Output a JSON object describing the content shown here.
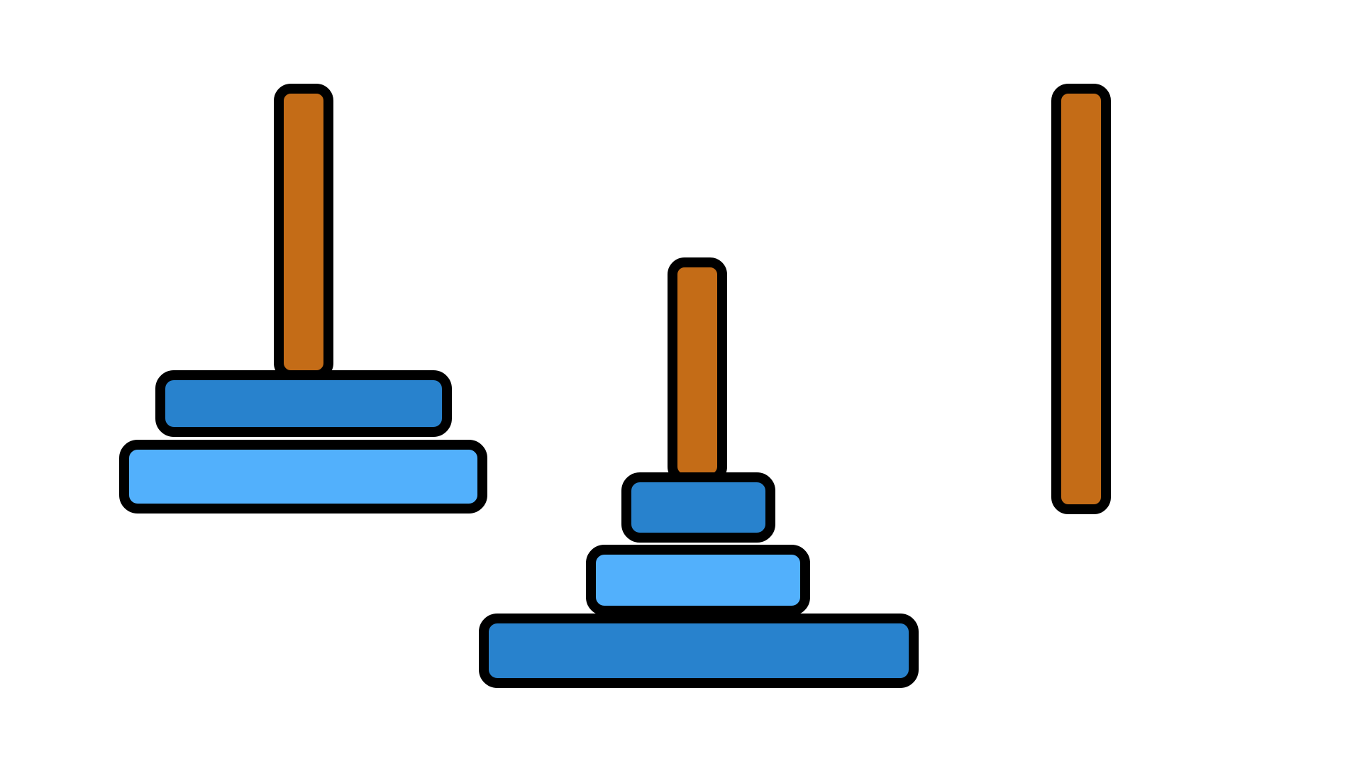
{
  "game": {
    "type": "tower-of-hanoi",
    "colors": {
      "background": "#ffffff",
      "peg": "#c46c17",
      "outline": "#000000",
      "disk_dark": "#2882cd",
      "disk_light": "#52b0fc"
    },
    "pegs": [
      {
        "id": "left",
        "disks": [
          {
            "size": 3,
            "color": "light"
          },
          {
            "size": 2,
            "color": "dark"
          }
        ]
      },
      {
        "id": "middle",
        "disks": [
          {
            "size": 4,
            "color": "dark"
          },
          {
            "size": 2,
            "color": "light"
          },
          {
            "size": 1,
            "color": "dark"
          }
        ]
      },
      {
        "id": "right",
        "disks": []
      }
    ]
  }
}
